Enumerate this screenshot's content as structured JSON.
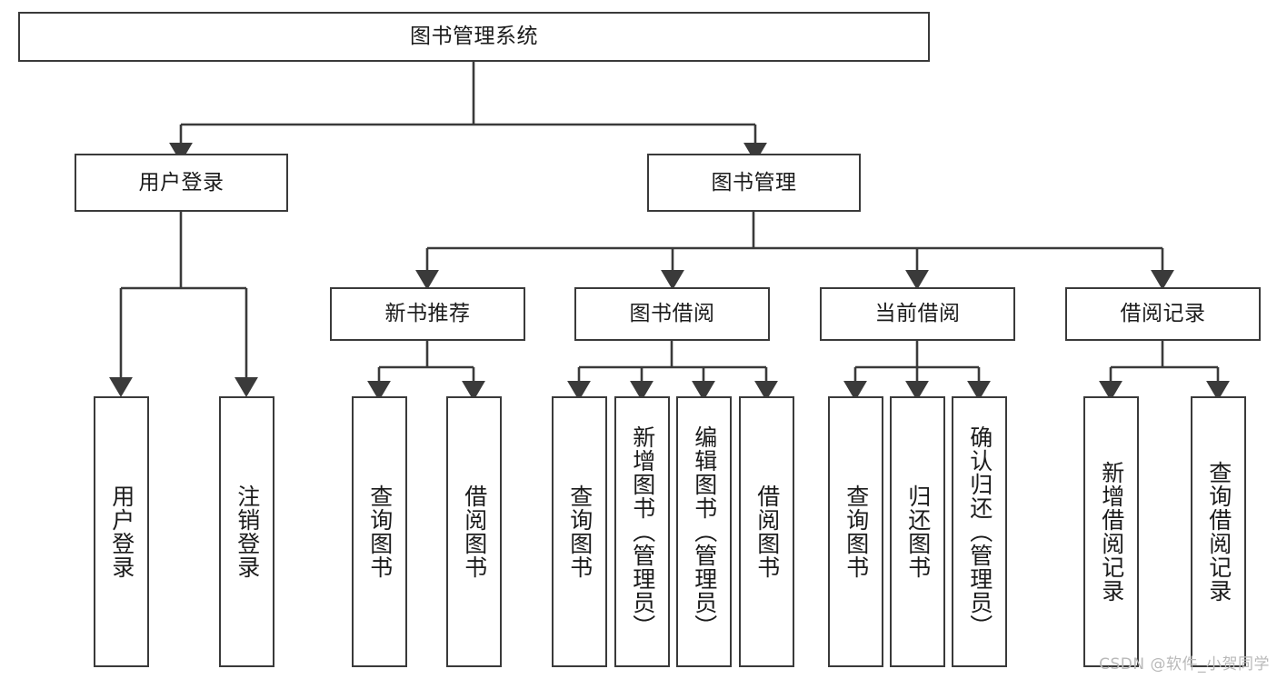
{
  "diagram": {
    "title": "图书管理系统",
    "type": "tree-hierarchy-chart",
    "colors": {
      "node_border": "#3a3a3a",
      "node_fill": "#ffffff",
      "edge": "#3a3a3a",
      "text": "#1b1b1b",
      "watermark": "#b9b9b9"
    },
    "root": {
      "label": "图书管理系统"
    },
    "level2": [
      {
        "label": "用户登录"
      },
      {
        "label": "图书管理"
      }
    ],
    "level3": [
      {
        "label": "新书推荐"
      },
      {
        "label": "图书借阅"
      },
      {
        "label": "当前借阅"
      },
      {
        "label": "借阅记录"
      }
    ],
    "leaves": {
      "user_login": [
        {
          "label": "用户登录"
        },
        {
          "label": "注销登录"
        }
      ],
      "new_book_recommend": [
        {
          "label": "查询图书"
        },
        {
          "label": "借阅图书"
        }
      ],
      "book_borrow": [
        {
          "label": "查询图书"
        },
        {
          "label": "新增图书（管理员）"
        },
        {
          "label": "编辑图书（管理员）"
        },
        {
          "label": "借阅图书"
        }
      ],
      "current_borrow": [
        {
          "label": "查询图书"
        },
        {
          "label": "归还图书"
        },
        {
          "label": "确认归还（管理员）"
        }
      ],
      "borrow_record": [
        {
          "label": "新增借阅记录"
        },
        {
          "label": "查询借阅记录"
        }
      ]
    }
  },
  "watermark": {
    "text": "CSDN @软件_小贺同学"
  }
}
